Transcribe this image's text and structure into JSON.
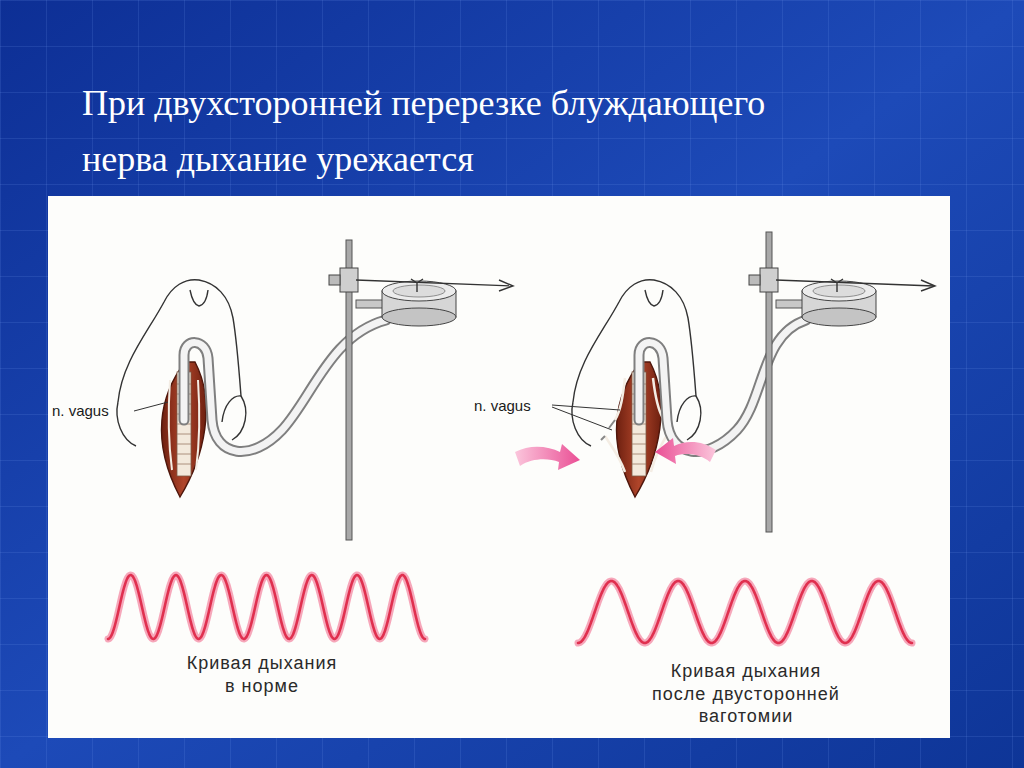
{
  "diagram": {
    "title": "При двухсторонней перерезке блуждающего нерва дыхание урежается",
    "labels": [
      "n. vagus",
      "n. vagus",
      "Кривая дыхания в норме",
      "Кривая дыхания после двусторонней ваготомии"
    ]
  }
}
